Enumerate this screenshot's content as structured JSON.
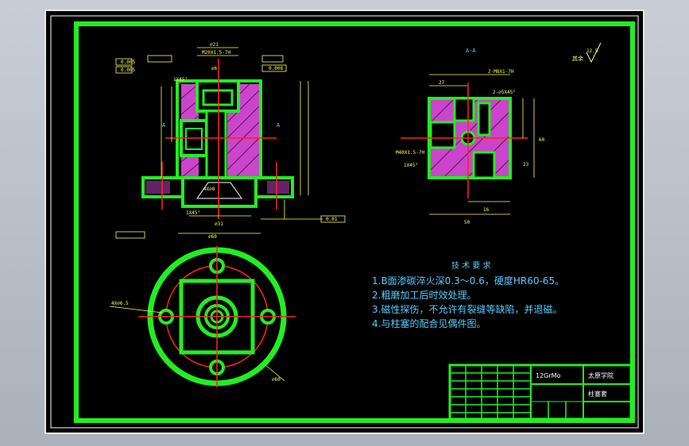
{
  "section_label": "A-A",
  "roughness_label": "其余",
  "roughness_value": "12.5",
  "section_marker": "A",
  "tech_req": {
    "title": "技 术 要 求",
    "items": [
      "1.B面渗碳淬火深0.3～0.6，硬度HR60-65。",
      "2.粗磨加工后时效处理。",
      "3.磁性探伤，不允许有裂缝等缺陷，并退磁。",
      "4.与柱塞的配合见偶件图。"
    ]
  },
  "title_block": {
    "material": "12GrMo",
    "company": "太原学院",
    "part_name": "柱塞套"
  },
  "dims": {
    "d1": "⌀21",
    "d2": "M20X1.5-7H",
    "d3": "1X45°",
    "d4": "⌀6",
    "d5": "1X45°",
    "d6": "4X⌀8",
    "d7": "⌀31",
    "d8": "⌀60",
    "d9": "2-M8X1-7H",
    "d10": "2-⌀5X45°",
    "d11": "27",
    "d12": "23",
    "d13": "M40X1.5-7H",
    "d14": "60",
    "d15": "16",
    "d16": "1X45°",
    "d17": "50",
    "d18": "4X⌀6.5",
    "d19": "⌀60",
    "tol1": "0.005",
    "tol2": "0.005",
    "tol3": "0.008",
    "tol4": "0.01"
  }
}
